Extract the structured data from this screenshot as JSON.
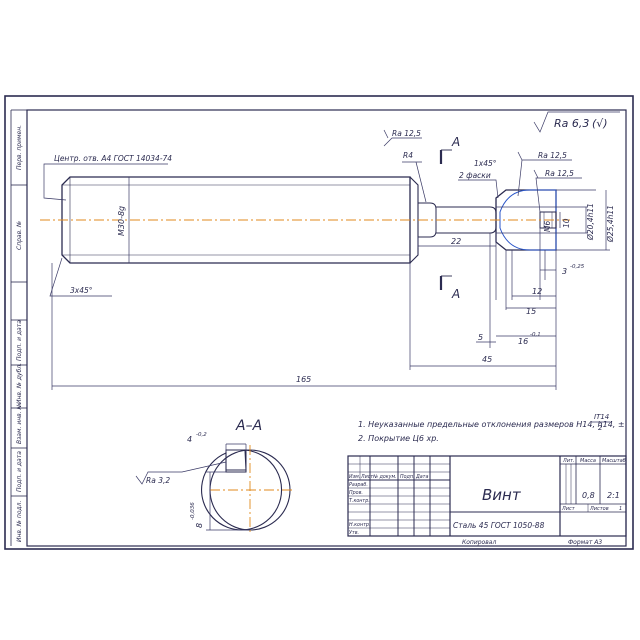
{
  "colors": {
    "outline": "#2b2b50",
    "centerline": "#e08a1c",
    "section_edge": "#2a55c8",
    "hatch": "#5a5a8a"
  },
  "side_labels": [
    "Инв. № подл.",
    "Подп. и дата",
    "Взам. инв. №",
    "Инв. № дубл.",
    "Подп. и дата",
    "Справ. №",
    "Перв. примен."
  ],
  "part": {
    "center_hole": "Центр. отв. А4 ГОСТ 14034-74",
    "thread": "M30-8g",
    "chamfer_left": "3x45°",
    "chamfer_right": "1x45°",
    "chamfer_count": "2 фаски",
    "radius": "R4",
    "ra_groove": "Ra 12,5",
    "ra_face": "Ra 12,5",
    "ra_bore": "Ra 12,5",
    "ra_general": "Ra 6,3",
    "ra_general_suffix": "(√)",
    "section_letter": "A",
    "hole_thread": "M6",
    "hole_diam": "10",
    "d_neck": "Ø20,4h11",
    "d_collar": "Ø25,4h11",
    "dim_3": "3",
    "dim_3_tol": "-0,25",
    "dim_12": "12",
    "dim_15": "15",
    "dim_16": "16",
    "dim_16_tol": "-0,1",
    "dim_5": "5",
    "dim_22": "22",
    "dim_45": "45",
    "dim_165": "165"
  },
  "section_view": {
    "title": "A–A",
    "dim_4": "4",
    "dim_4_tol": "-0,2",
    "dim_8": "8",
    "dim_8_tol": "-0,036",
    "ra": "Ra 3,2"
  },
  "notes": {
    "n1": "1. Неуказанные предельные отклонения размеров H14, h14, ±",
    "n1_frac_top": "IT14",
    "n1_frac_bottom": "2",
    "n2": "2. Покрытие Ц6 хр."
  },
  "title_block": {
    "name": "Винт",
    "material": "Сталь 45 ГОСТ 1050-88",
    "header_lit": "Лит.",
    "header_mass": "Масса",
    "header_scale": "Масштаб",
    "mass": "0,8",
    "scale": "2:1",
    "sheet_label": "Лист",
    "sheets_label": "Листов",
    "sheets_value": "1",
    "rows": [
      "Изм.",
      "Лист",
      "№ докум.",
      "Подп.",
      "Дата"
    ],
    "roles": [
      "Разраб.",
      "Пров.",
      "Т.контр.",
      "",
      "Н.контр.",
      "Утв."
    ],
    "copied": "Копировал",
    "format": "Формат А3"
  }
}
